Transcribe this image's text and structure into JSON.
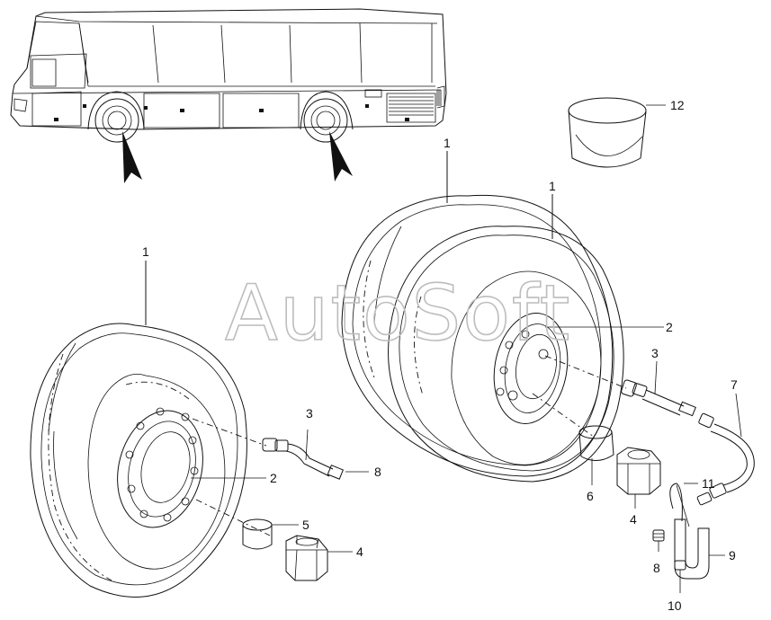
{
  "watermark": "AutoSoft",
  "callouts": {
    "c1a": "1",
    "c1b": "1",
    "c1c": "1",
    "c2a": "2",
    "c2b": "2",
    "c3a": "3",
    "c3b": "3",
    "c4a": "4",
    "c4b": "4",
    "c5": "5",
    "c6": "6",
    "c7": "7",
    "c8a": "8",
    "c8b": "8",
    "c9": "9",
    "c10": "10",
    "c11": "11",
    "c12": "12"
  },
  "icons": [
    "bus-illustration",
    "arrow-icon",
    "tire",
    "wheel-rim",
    "valve-extension",
    "wheel-nut",
    "bushing",
    "hose",
    "bracket",
    "cap",
    "bucket"
  ]
}
